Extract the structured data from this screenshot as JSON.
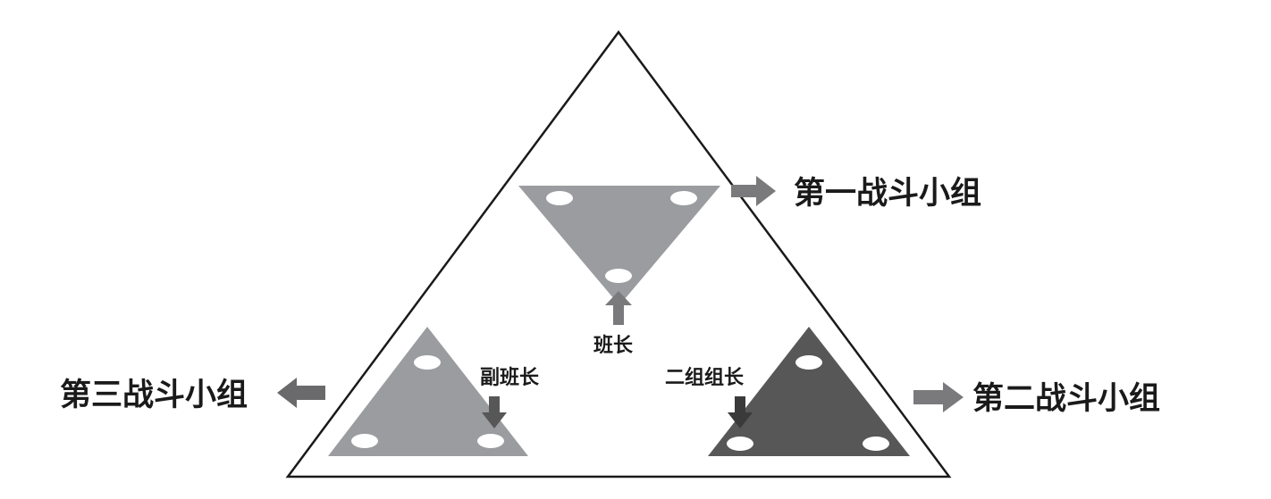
{
  "groups": {
    "first": "第一战斗小组",
    "second": "第二战斗小组",
    "third": "第三战斗小组"
  },
  "roles": {
    "monitor": "班长",
    "vice_monitor": "副班长",
    "group_two_leader": "二组组长"
  },
  "colors": {
    "outline": "#1a1a1a",
    "light_group_fill": "#9b9c9f",
    "dark_group_fill": "#575758",
    "arrow_light": "#7a7a7c",
    "arrow_mid": "#6a6a6c",
    "arrow_dark": "#3a3a3b",
    "member_dot": "#ffffff"
  }
}
